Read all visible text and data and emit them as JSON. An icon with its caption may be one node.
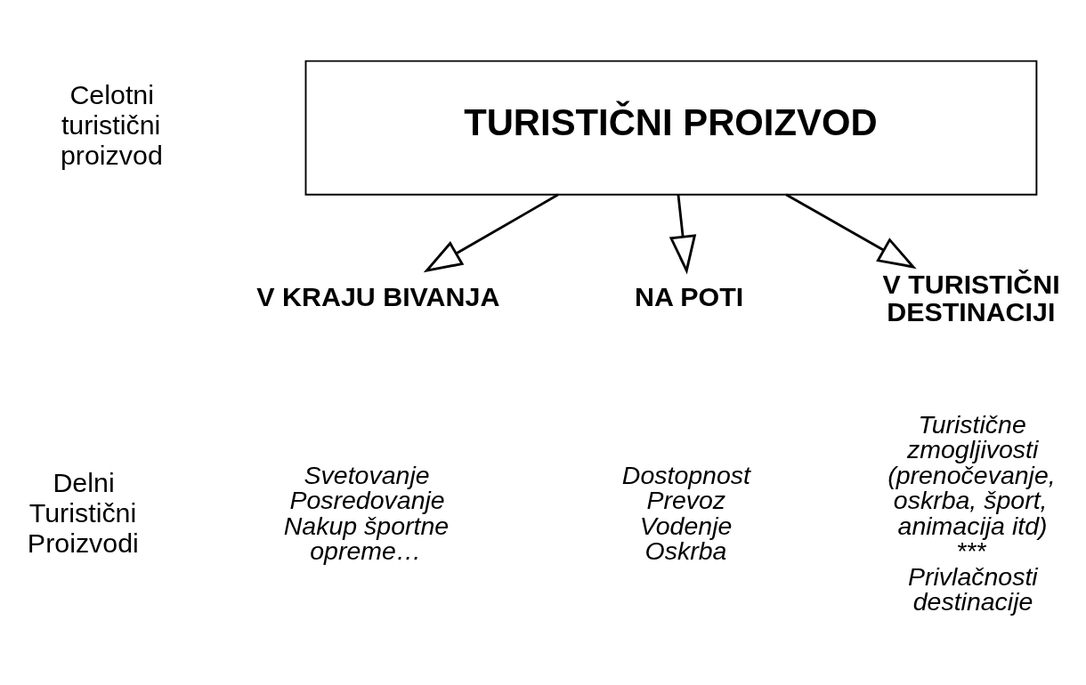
{
  "diagram": {
    "nodes": [
      {
        "text": [
          "TURISTIČNI PROIZVOD"
        ]
      },
      {
        "text": [
          "V KRAJU BIVANJA"
        ],
        "beside": [
          "Svetovanje",
          "Posredovanje",
          "Nakup športne opreme…"
        ]
      },
      {
        "text": [
          "NA POTI"
        ],
        "beside": [
          "Dostopnost",
          "Prevoz",
          "Vodenje",
          "Oskrba"
        ]
      },
      {
        "text": [
          "V TURISTIČNI DESTINACIJI"
        ],
        "beside": [
          "Turistične zmogljivosti (prenočevanje, oskrba, šport, animacija itd)",
          "***",
          "Privlačnosti destinacije"
        ]
      }
    ],
    "edges": [
      {
        "from": 0,
        "to": 1,
        "arrow": "to"
      },
      {
        "from": 0,
        "to": 2,
        "arrow": "to"
      },
      {
        "from": 0,
        "to": 3,
        "arrow": "to"
      }
    ],
    "labels": [
      "Celotni turistični proizvod",
      "Delni Turistični Proizvodi"
    ]
  }
}
